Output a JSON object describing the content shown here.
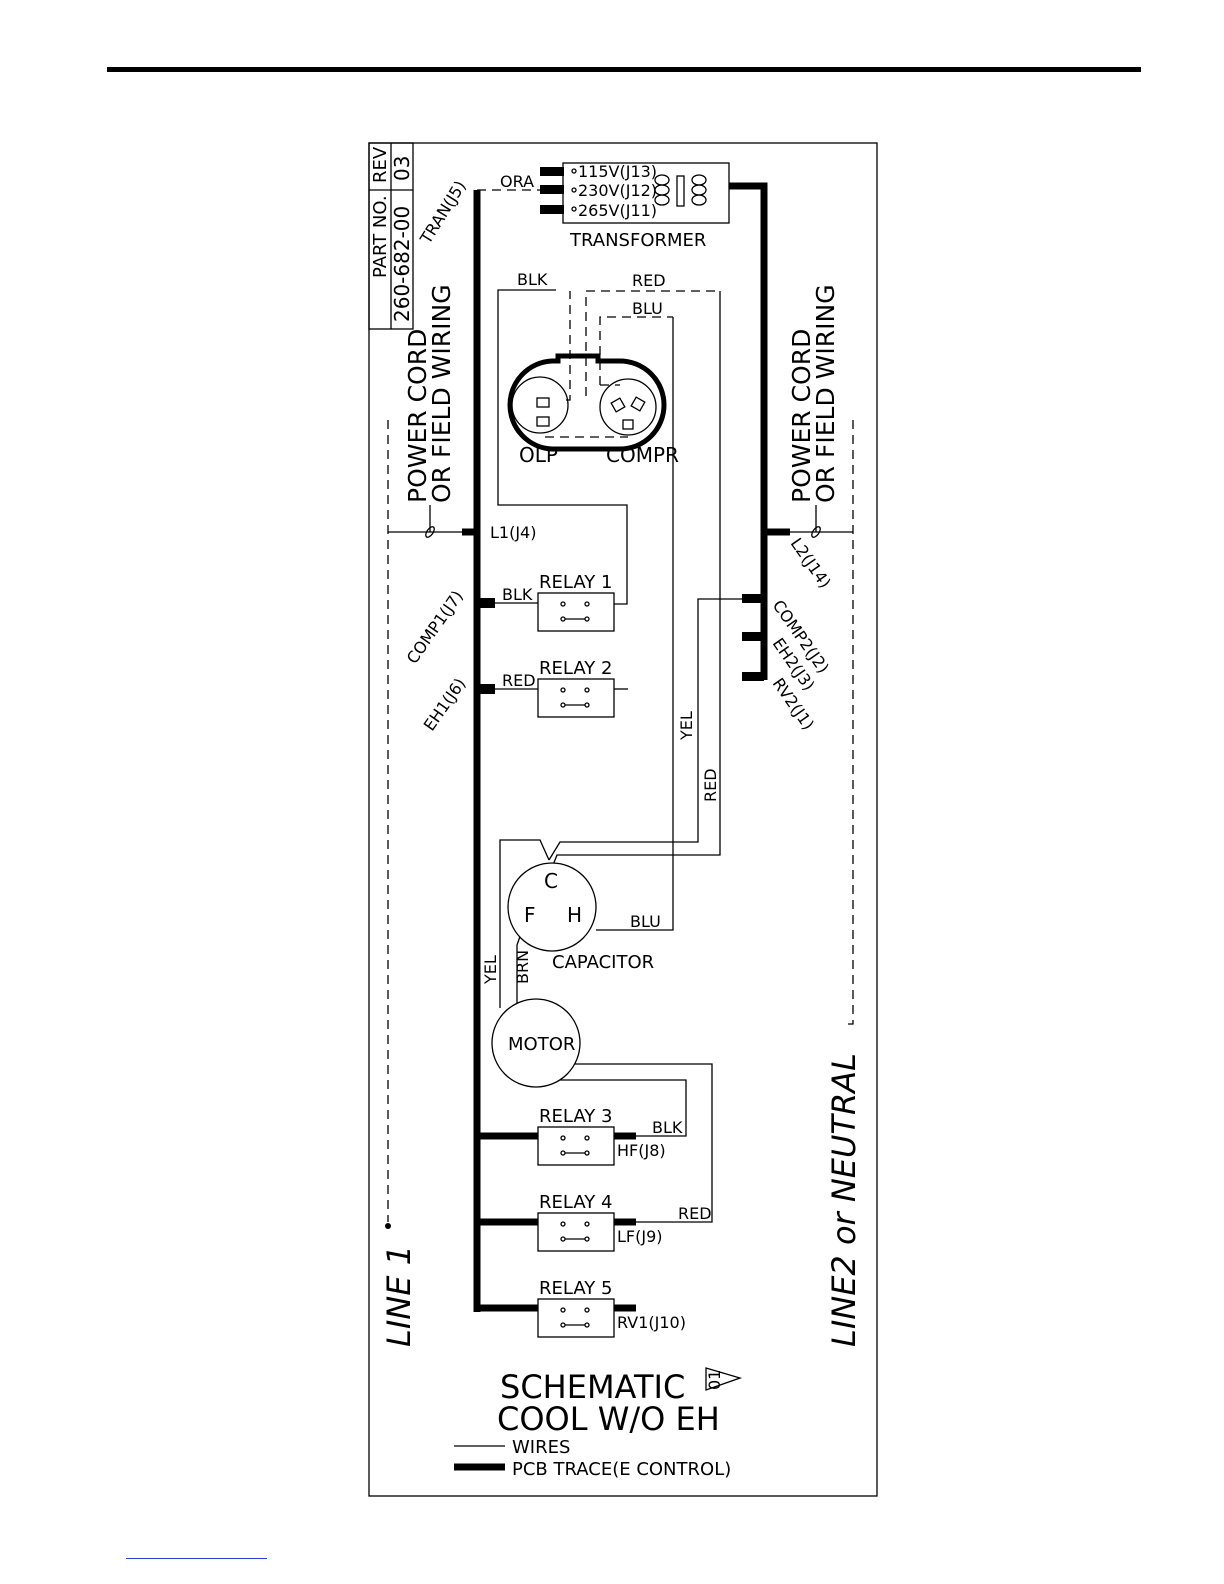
{
  "page": {
    "accent_color": "#2a3fd1"
  },
  "title_block": {
    "rev_label": "REV",
    "rev_value": "03",
    "part_label": "PART NO.",
    "part_value": "260-682-00"
  },
  "transformer": {
    "label": "TRANSFORMER",
    "taps": [
      "115V(J13)",
      "230V(J12)",
      "265V(J11)"
    ],
    "connector": "TRAN(J5)",
    "wire": "ORA"
  },
  "compressor": {
    "olp_label": "OLP",
    "compr_label": "COMPR",
    "wire_blk": "BLK",
    "wire_red": "RED",
    "wire_blu": "BLU"
  },
  "power": {
    "left_label_1": "POWER CORD",
    "left_label_2": "OR FIELD WIRING",
    "right_label_1": "POWER CORD",
    "right_label_2": "OR FIELD WIRING",
    "line1": "LINE 1",
    "line2": "LINE2 or NEUTRAL"
  },
  "connectors": {
    "l1": "L1(J4)",
    "l2": "L2(J14)",
    "comp1": "COMP1(J7)",
    "eh1": "EH1(J6)",
    "comp2": "COMP2(J2)",
    "eh2": "EH2(J3)",
    "rv2": "RV2(J1)",
    "hf": "HF(J8)",
    "lf": "LF(J9)",
    "rv1": "RV1(J10)"
  },
  "relays": {
    "r1": "RELAY 1",
    "r2": "RELAY 2",
    "r3": "RELAY 3",
    "r4": "RELAY 4",
    "r5": "RELAY 5",
    "r1_wire": "BLK",
    "r2_wire": "RED",
    "r3_wire": "BLK",
    "r4_wire": "RED"
  },
  "capacitor": {
    "label": "CAPACITOR",
    "c": "C",
    "f": "F",
    "h": "H",
    "wire_blu": "BLU",
    "wire_yel_right": "YEL",
    "wire_red_right": "RED",
    "wire_yel_left": "YEL",
    "wire_brn": "BRN"
  },
  "motor": {
    "label": "MOTOR"
  },
  "footer": {
    "title_1": "SCHEMATIC",
    "title_2": "COOL W/O EH",
    "rev_flag": "01",
    "legend_wires": "WIRES",
    "legend_trace": "PCB TRACE(E CONTROL)"
  }
}
